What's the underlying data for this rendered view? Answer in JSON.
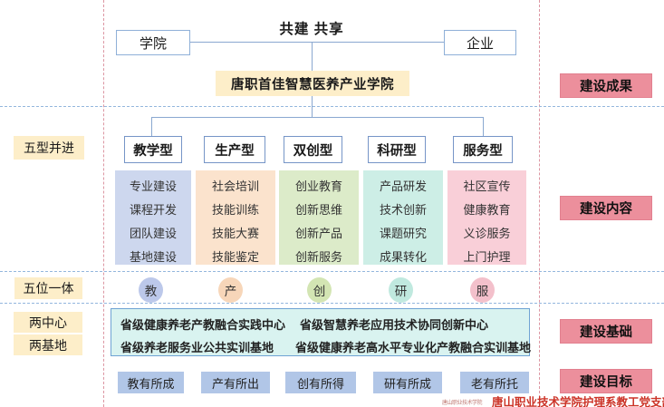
{
  "top": {
    "title": "共建 共享",
    "left_box": "学院",
    "right_box": "企业",
    "center_box": "唐职首佳智慧医养产业学院"
  },
  "row_labels": {
    "five_types": "五型并进",
    "five_in_one": "五位一体",
    "two_centers": "两中心",
    "two_bases": "两基地"
  },
  "side_labels": {
    "achievements": "建设成果",
    "content": "建设内容",
    "foundation": "建设基础",
    "goals": "建设目标"
  },
  "columns": [
    {
      "type": "教学型",
      "items": [
        "专业建设",
        "课程开发",
        "团队建设",
        "基地建设"
      ],
      "circle": "教",
      "goal": "教有所成"
    },
    {
      "type": "生产型",
      "items": [
        "社会培训",
        "技能训练",
        "技能大赛",
        "技能鉴定"
      ],
      "circle": "产",
      "goal": "产有所出"
    },
    {
      "type": "双创型",
      "items": [
        "创业教育",
        "创新思维",
        "创新产品",
        "创新服务"
      ],
      "circle": "创",
      "goal": "创有所得"
    },
    {
      "type": "科研型",
      "items": [
        "产品研发",
        "技术创新",
        "课题研究",
        "成果转化"
      ],
      "circle": "研",
      "goal": "研有所成"
    },
    {
      "type": "服务型",
      "items": [
        "社区宣传",
        "健康教育",
        "义诊服务",
        "上门护理"
      ],
      "circle": "服",
      "goal": "老有所托"
    }
  ],
  "platforms": {
    "center1": "省级健康养老产教融合实践中心",
    "center2": "省级智慧养老应用技术协同创新中心",
    "base1": "省级养老服务业公共实训基地",
    "base2": "省级健康养老高水平专业化产教融合实训基地"
  },
  "watermark": {
    "stamp": "唐山职业技术学院",
    "text": "唐山职业技术学院护理系教工党支部"
  },
  "colors": {
    "yellow_label": "#fdeec9",
    "red_label": "#ec8f9c",
    "connector_blue": "#8aa8d0",
    "column_fills": [
      "#cdd7ee",
      "#fbe3cd",
      "#dcebc9",
      "#cdeee6",
      "#f9cfd8"
    ],
    "circle_fills": [
      "#bcc8ea",
      "#f7d6b9",
      "#d3e5b3",
      "#c0e9df",
      "#f3c0cb"
    ],
    "platform_bg": "#d9f3f0",
    "goal_bg": "#b1c6e7",
    "watermark_red": "#cc3327",
    "dash_vertical": "#dc96a2",
    "dash_horizontal": "#93b6dd"
  }
}
